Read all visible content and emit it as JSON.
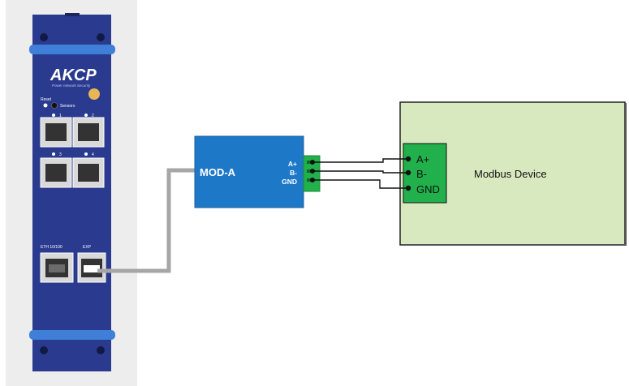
{
  "device": {
    "brand": "AKCP",
    "tagline": "Power network Security",
    "reset_label": "Reset",
    "sensors_label": "Sensors",
    "port_numbers": [
      "1",
      "2",
      "3",
      "4"
    ],
    "eth_label": "ETH 10/100",
    "exp_label": "EXP"
  },
  "module": {
    "name": "MOD-A",
    "pins": [
      "A+",
      "B-",
      "GND"
    ]
  },
  "modbus": {
    "title": "Modbus Device",
    "pins": [
      "A+",
      "B-",
      "GND"
    ]
  },
  "colors": {
    "device_blue": "#2a3b8f",
    "module_blue": "#1e78c8",
    "terminal_green": "#21b04b",
    "modbus_fill": "#d8e9c0",
    "cable_gray": "#a6a6a6"
  }
}
